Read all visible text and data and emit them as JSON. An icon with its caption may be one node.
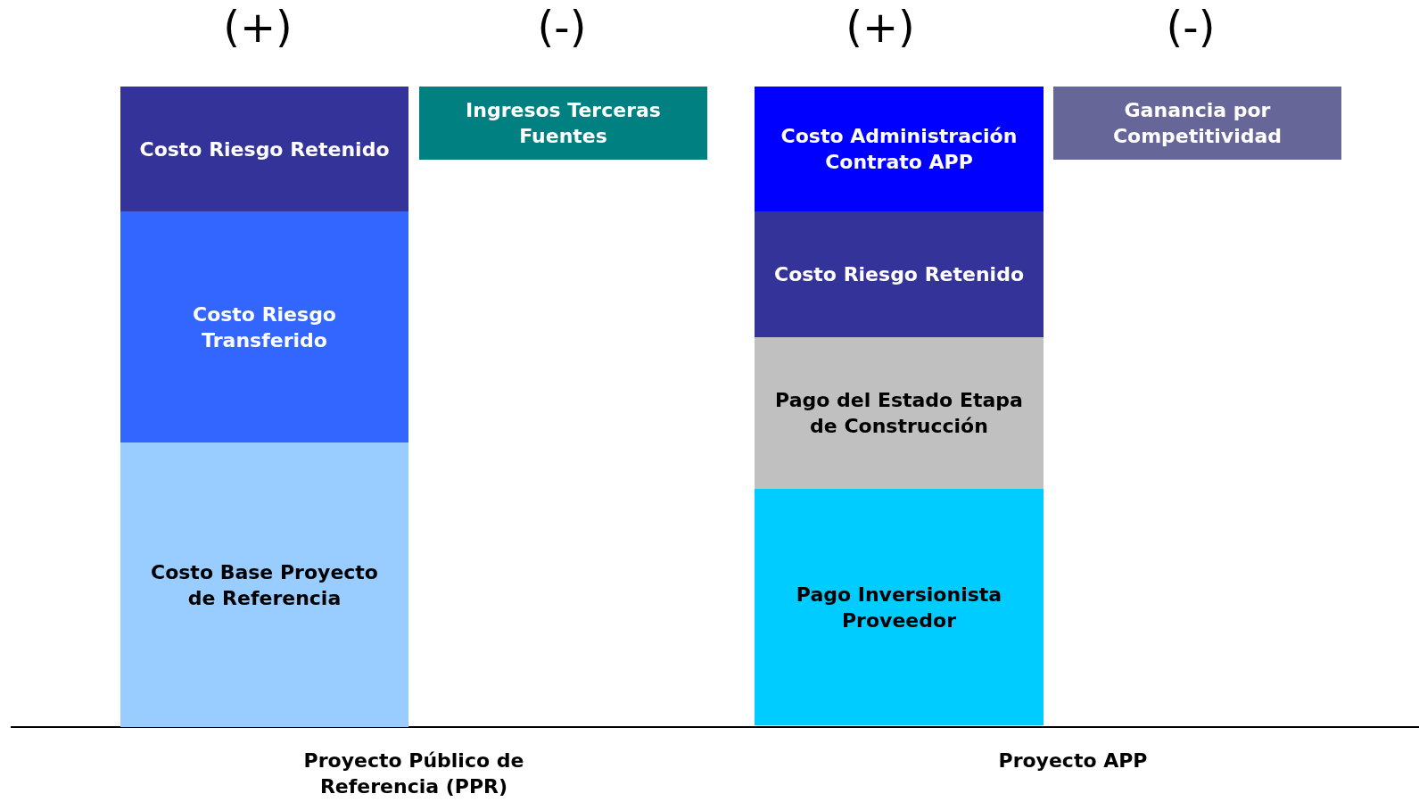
{
  "diagram": {
    "nodes": [
      {
        "text": [
          "Costo Riesgo Retenido"
        ]
      },
      {
        "text": [
          "Costo Riesgo Transferido"
        ]
      },
      {
        "text": [
          "Costo Base Proyecto de Referencia"
        ]
      },
      {
        "text": [
          "Ingresos Terceras Fuentes"
        ]
      },
      {
        "text": [
          "Costo Administración Contrato APP"
        ]
      },
      {
        "text": [
          "Costo Riesgo Retenido"
        ]
      },
      {
        "text": [
          "Pago del Estado Etapa de Construcción"
        ]
      },
      {
        "text": [
          "Pago Inversionista Proveedor"
        ]
      },
      {
        "text": [
          "Ganancia por Competitividad"
        ]
      }
    ],
    "edges": [],
    "labels": [
      "(+)",
      "(-)",
      "(+)",
      "(-)",
      "Proyecto Público de Referencia (PPR)",
      "Proyecto APP"
    ]
  }
}
